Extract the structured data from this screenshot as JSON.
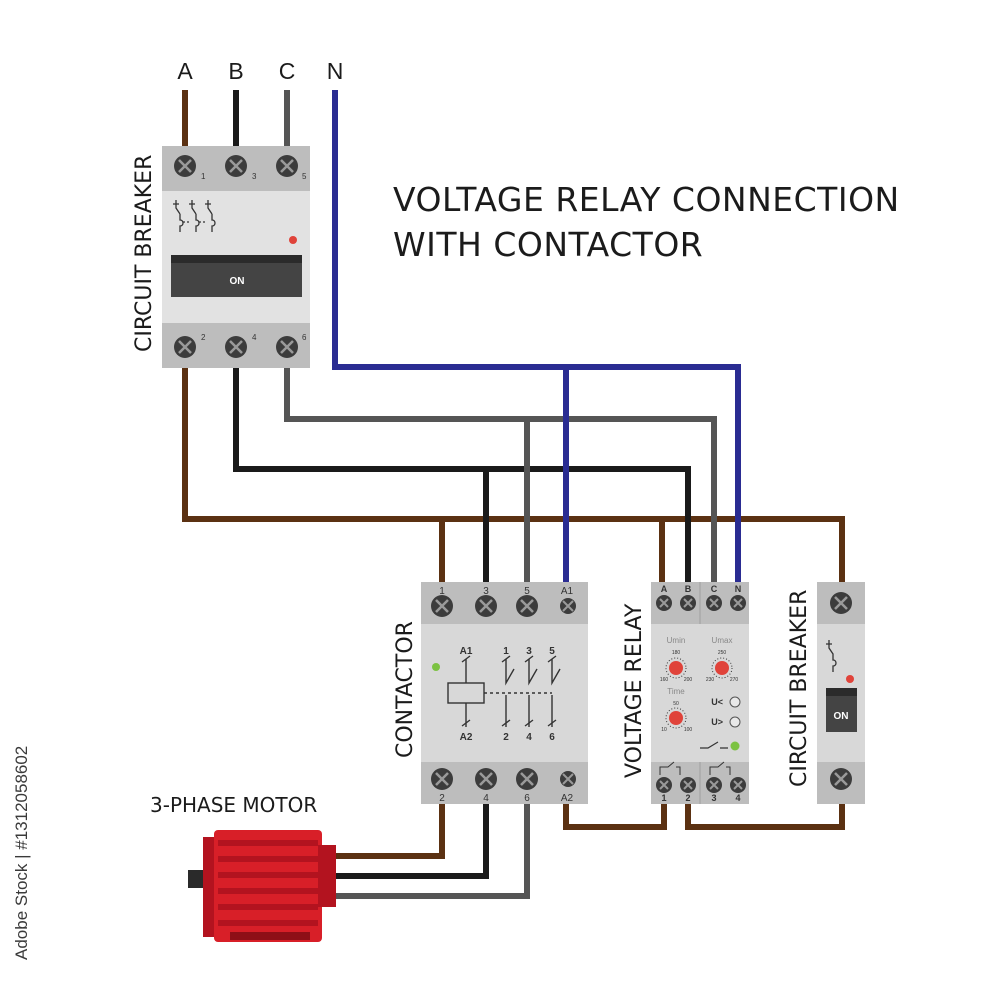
{
  "title": {
    "line1": "VOLTAGE RELAY CONNECTION",
    "line2": "WITH CONTACTOR"
  },
  "phases": [
    "A",
    "B",
    "C",
    "N"
  ],
  "wire_colors": {
    "A": "#5b3112",
    "B": "#1a1a1a",
    "C": "#555555",
    "N": "#2a2c92"
  },
  "main_breaker": {
    "label": "CIRCUIT BREAKER",
    "top_terminals": [
      "1",
      "3",
      "5"
    ],
    "bottom_terminals": [
      "2",
      "4",
      "6"
    ],
    "switch_label": "ON"
  },
  "contactor": {
    "label": "CONTACTOR",
    "top_terminals": [
      "1",
      "3",
      "5",
      "A1"
    ],
    "bottom_terminals": [
      "2",
      "4",
      "6",
      "A2"
    ],
    "coil_top": "A1",
    "coil_bottom": "A2",
    "contact_top": [
      "1",
      "3",
      "5"
    ],
    "contact_bottom": [
      "2",
      "4",
      "6"
    ]
  },
  "voltage_relay": {
    "label": "VOLTAGE RELAY",
    "top_terminals": [
      "A",
      "B",
      "C",
      "N"
    ],
    "bottom_terminals": [
      "1",
      "2",
      "3",
      "4"
    ],
    "umin_label": "Umin",
    "umin_ticks": [
      "180",
      "160",
      "200"
    ],
    "umax_label": "Umax",
    "umax_ticks": [
      "250",
      "230",
      "270"
    ],
    "time_label": "Time",
    "time_ticks": [
      "50",
      "10",
      "100"
    ],
    "under_label": "U<",
    "over_label": "U>"
  },
  "aux_breaker": {
    "label": "CIRCUIT BREAKER",
    "switch_label": "ON"
  },
  "motor": {
    "label": "3-PHASE MOTOR"
  },
  "watermark": "Adobe Stock | #1312058602"
}
